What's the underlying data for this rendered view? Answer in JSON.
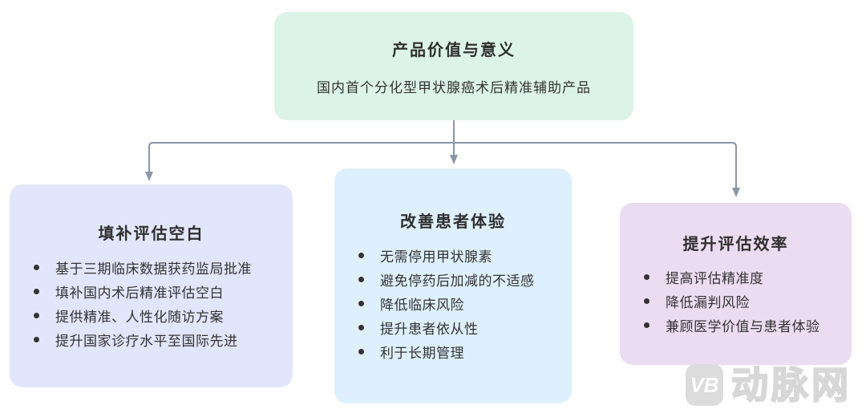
{
  "root": {
    "title": "产品价值与意义",
    "subtitle": "国内首个分化型甲状腺癌术后精准辅助产品"
  },
  "branches": [
    {
      "title": "填补评估空白",
      "items": [
        "基于三期临床数据获药监局批准",
        "填补国内术后精准评估空白",
        "提供精准、人性化随访方案",
        "提升国家诊疗水平至国际先进"
      ]
    },
    {
      "title": "改善患者体验",
      "items": [
        "无需停用甲状腺素",
        "避免停药后加减的不适感",
        "降低临床风险",
        "提升患者依从性",
        "利于长期管理"
      ]
    },
    {
      "title": "提升评估效率",
      "items": [
        "提高评估精准度",
        "降低漏判风险",
        "兼顾医学价值与患者体验"
      ]
    }
  ],
  "watermark": {
    "badge": "VB",
    "text": "动脉网"
  },
  "colors": {
    "canvas-bg": "#ffffff",
    "root-bg": "#dcf3ea",
    "branch0-bg": "#e2e6fc",
    "branch1-bg": "#def0fd",
    "branch2-bg": "#ecdcf2",
    "line": "#8b96a9",
    "text": "#333333",
    "watermark": "#dcdcdc"
  }
}
